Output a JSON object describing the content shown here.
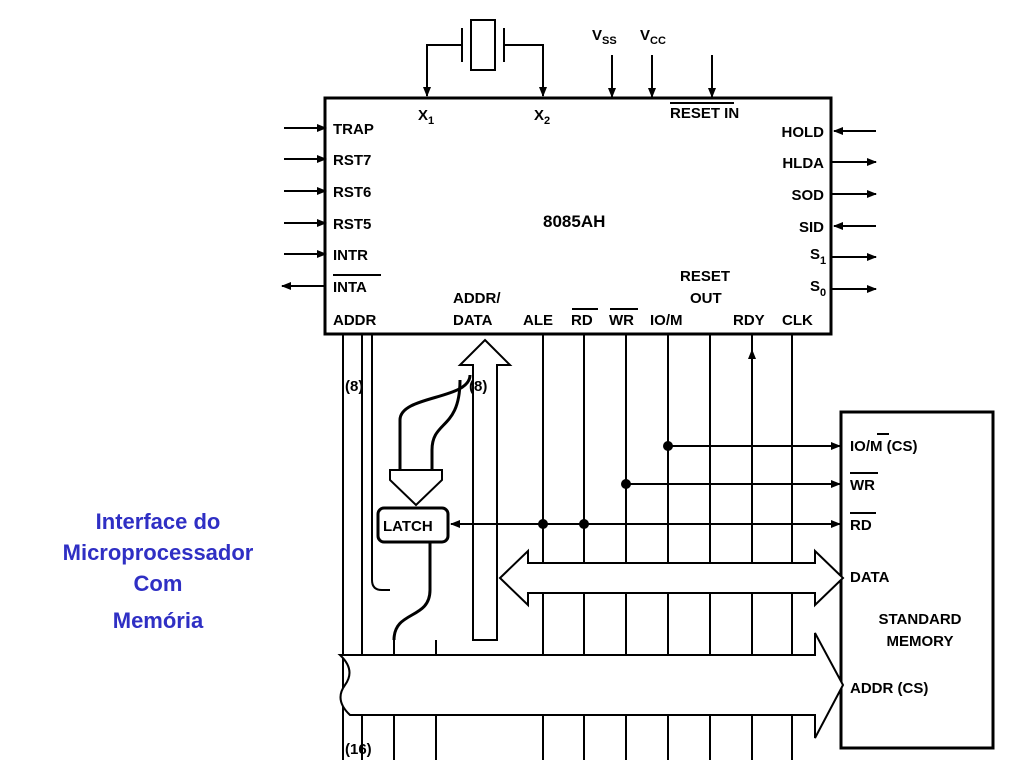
{
  "title_lines": [
    "Interface do",
    "Microprocessador",
    "Com",
    "Memória"
  ],
  "chip": {
    "name": "8085AH",
    "left_pins": [
      "TRAP",
      "RST7",
      "RST6",
      "RST5",
      "INTR",
      "INTA"
    ],
    "right_pins": [
      "HOLD",
      "HLDA",
      "SOD",
      "SID",
      "S",
      "S"
    ],
    "right_pin_subs": [
      "",
      "",
      "",
      "",
      "1",
      "0"
    ],
    "top": {
      "x1": "X",
      "x1_sub": "1",
      "x2": "X",
      "x2_sub": "2",
      "vss": "V",
      "vss_sub": "SS",
      "vcc": "V",
      "vcc_sub": "CC",
      "reset_in": "RESET IN"
    },
    "bottom": {
      "addr": "ADDR",
      "addr_data_1": "ADDR/",
      "addr_data_2": "DATA",
      "ale": "ALE",
      "rd": "RD",
      "wr": "WR",
      "iom": "IO/M",
      "reset_out_1": "RESET",
      "reset_out_2": "OUT",
      "rdy": "RDY",
      "clk": "CLK"
    }
  },
  "latch_label": "LATCH",
  "bus_widths": {
    "addr_high": "(8)",
    "addr_data": "(8)",
    "addr_full": "(16)"
  },
  "memory": {
    "iocs": "IO/M (CS)",
    "wr": "WR",
    "rd": "RD",
    "data": "DATA",
    "name_1": "STANDARD",
    "name_2": "MEMORY",
    "addr_cs": "ADDR (CS)"
  }
}
